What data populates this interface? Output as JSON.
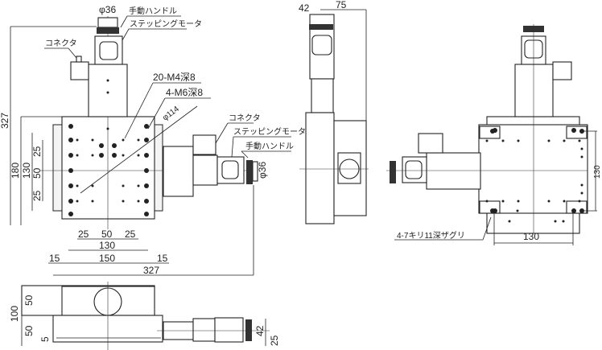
{
  "labels": {
    "handle_dia": "φ36",
    "manual_handle": "手動ハンドル",
    "stepping_motor": "ステッピングモータ",
    "connector": "コネクタ",
    "tapped_m4": "20-M4深8",
    "tapped_m6": "4-M6深8",
    "circle_dia": "φ114",
    "counterbore": "4-7キリ11深ザグリ"
  },
  "dimensions": {
    "overall_height": "327",
    "overall_width": "327",
    "d180": "180",
    "d130_v": "130",
    "d50_v": "50",
    "d25_a": "25",
    "d25_b": "25",
    "d25_h1": "25",
    "d50_h": "50",
    "d25_h2": "25",
    "d130_h": "130",
    "d15_l": "15",
    "d150": "150",
    "d15_r": "15",
    "side_100": "100",
    "side_50_top": "50",
    "side_50_bot": "50",
    "side_5": "5",
    "side_42": "42",
    "side_25": "25",
    "side_phi36": "φ36",
    "mid_42": "42",
    "mid_75": "75",
    "right_130_v": "130",
    "right_130_h": "130"
  }
}
